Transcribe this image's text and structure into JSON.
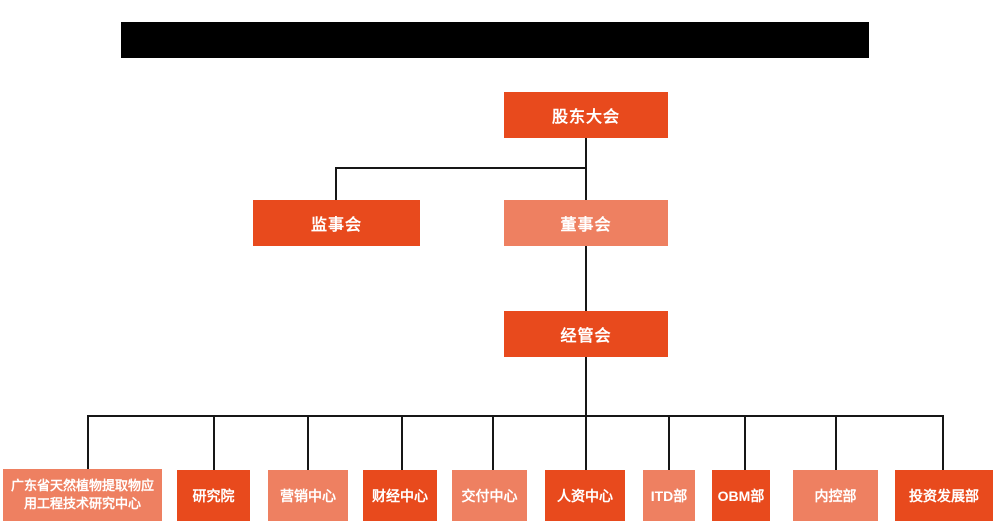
{
  "colors": {
    "primary_orange": "#e84a1d",
    "secondary_salmon": "#ee8061",
    "line_black": "#161616",
    "redacted_black": "#000000",
    "background": "#ffffff"
  },
  "org": {
    "shareholders_meeting": "股东大会",
    "supervisory_board": "监事会",
    "board_of_directors": "董事会",
    "management_committee": "经管会",
    "departments": [
      {
        "label": "广东省天然植物提取物应用工程技术研究中心"
      },
      {
        "label": "研究院"
      },
      {
        "label": "营销中心"
      },
      {
        "label": "财经中心"
      },
      {
        "label": "交付中心"
      },
      {
        "label": "人资中心"
      },
      {
        "label": "ITD部"
      },
      {
        "label": "OBM部"
      },
      {
        "label": "内控部"
      },
      {
        "label": "投资发展部"
      }
    ]
  }
}
